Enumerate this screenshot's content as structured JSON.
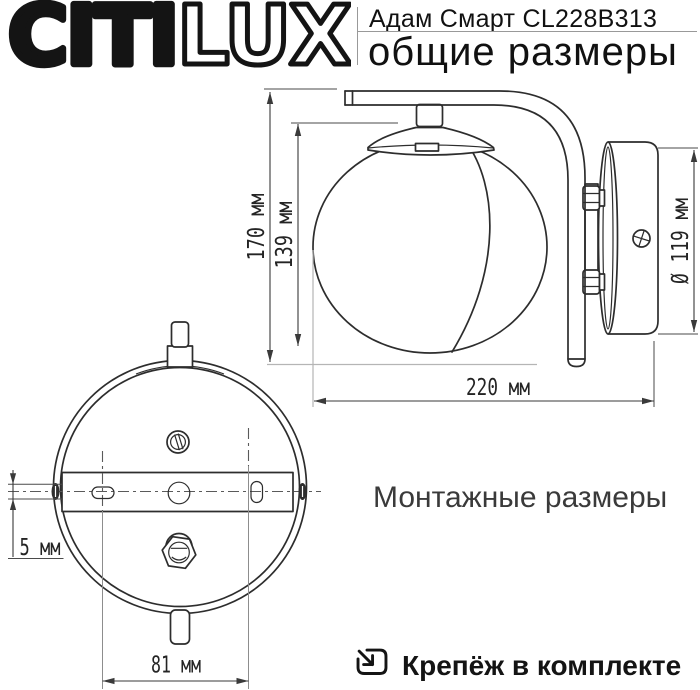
{
  "header": {
    "logo_solid": "CITI",
    "logo_outline": "LUX",
    "model": "Адам Смарт CL228B313",
    "section": "общие размеры"
  },
  "dims": {
    "total_height": "170 мм",
    "shade_height": "139 мм",
    "plate_diameter": "Ø 119 мм",
    "total_depth": "220 мм",
    "slot_offset": "5 мм",
    "hole_spacing": "81 мм"
  },
  "mounting": {
    "title": "Монтажные размеры"
  },
  "footer": {
    "note": "Крепёж в комплекте"
  },
  "colors": {
    "line": "#2d2d2d",
    "dim_text": "#242424",
    "muted_line": "#b5b5b5",
    "background": "#ffffff"
  }
}
